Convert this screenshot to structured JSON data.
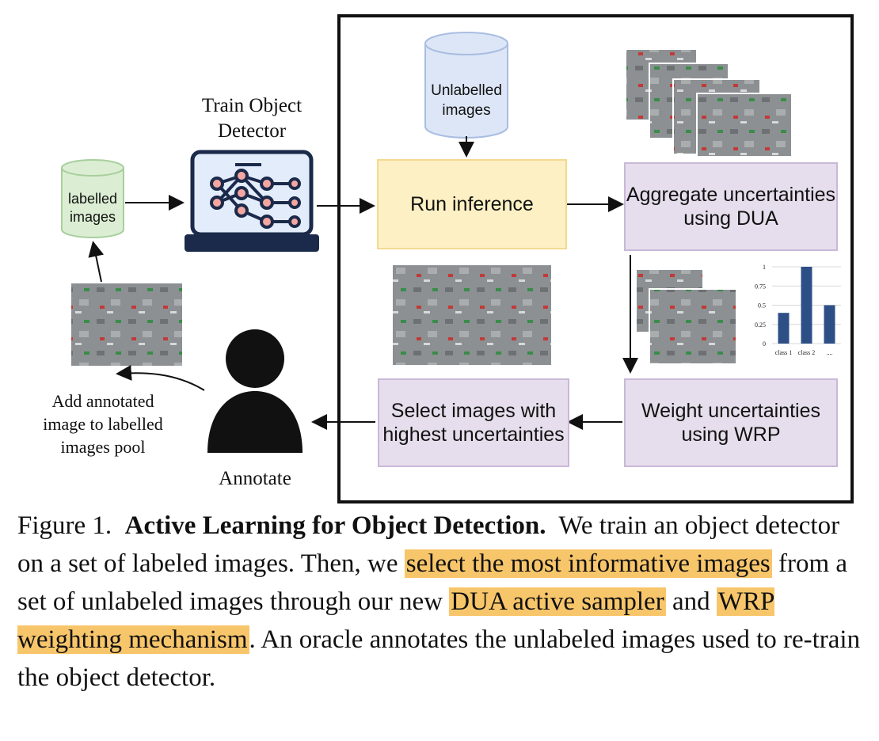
{
  "figure": {
    "train_label": [
      "Train Object",
      "Detector"
    ],
    "labelled_cylinder": [
      "labelled",
      "images"
    ],
    "unlabelled_cylinder": [
      "Unlabelled",
      "images"
    ],
    "run_inference": "Run inference",
    "aggregate": [
      "Aggregate uncertainties",
      "using DUA"
    ],
    "weight": [
      "Weight uncertainties",
      "using WRP"
    ],
    "select": [
      "Select images with",
      "highest uncertainties"
    ],
    "annotate_label": "Annotate",
    "add_annotated": [
      "Add annotated",
      "image to labelled",
      "images pool"
    ]
  },
  "chart_data": {
    "type": "bar",
    "categories": [
      "class 1",
      "class 2",
      "...."
    ],
    "values": [
      0.4,
      1.0,
      0.5
    ],
    "ylim": [
      0,
      1
    ],
    "yticks": [
      "0",
      "0.25",
      "0.5",
      "0.75",
      "1"
    ],
    "bar_color": "#2e4f86",
    "grid": true
  },
  "caption": {
    "prefix": "Figure 1.",
    "title": "Active Learning for Object Detection.",
    "text1": "We train an object detector on a set of labeled images. Then, we",
    "hl1": "select the most informative images",
    "text2": "from a set of unlabeled images through our new",
    "hl2": "DUA active sampler",
    "text3": "and",
    "hl3": "WRP weighting mechanism",
    "text4": ". An oracle annotates the unlabeled images used to re-train the object detector."
  },
  "colors": {
    "run_box": "#fdf0c4",
    "purple_box": "#e6deec",
    "highlight": "#f8c66a",
    "laptop_screen": "#e3ecfb",
    "network_node": "#f4a6a0"
  }
}
